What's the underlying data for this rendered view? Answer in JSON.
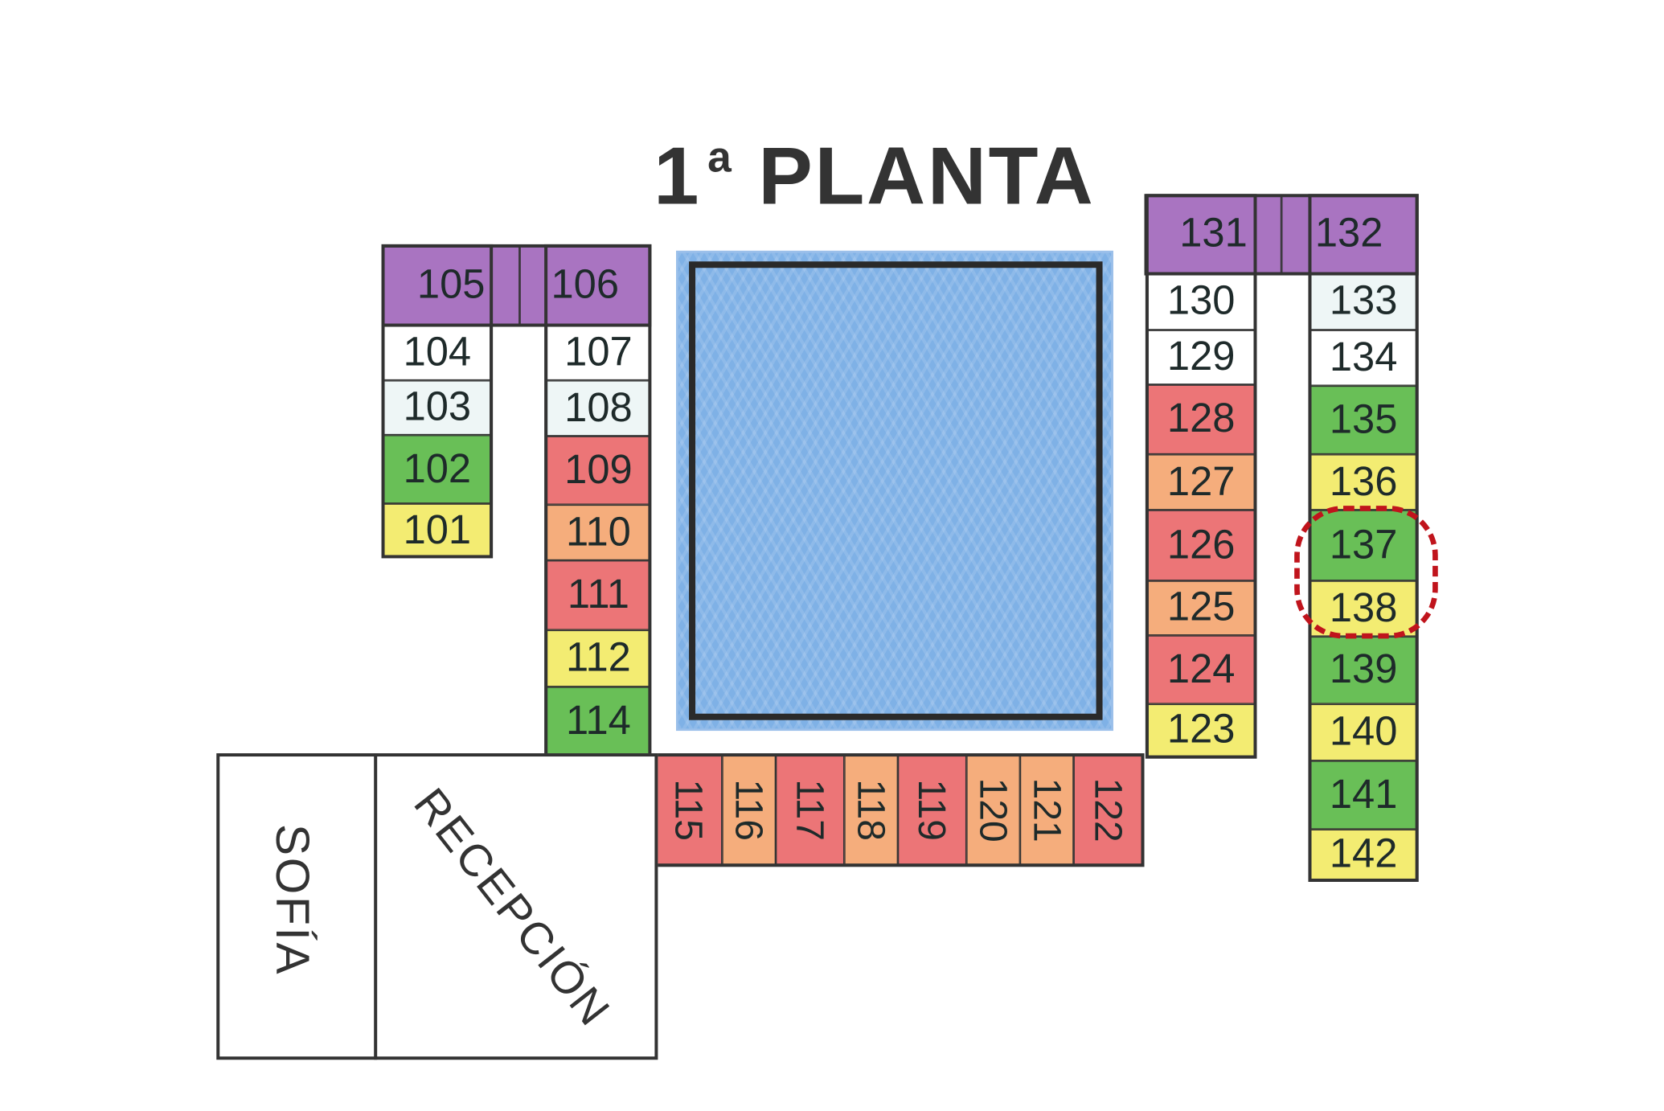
{
  "title": {
    "main": "1",
    "sup": "a",
    "rest": "PLANTA"
  },
  "colors": {
    "purple": "#a974c1",
    "white": "#ffffff",
    "light": "#eef6f6",
    "green": "#69bf57",
    "yellow": "#f3ec72",
    "red": "#ec7577",
    "orange": "#f5ad7c",
    "pool": "#7fb1e6",
    "marker": "#c0141c"
  },
  "rooms": {
    "r105": "105",
    "r106": "106",
    "r104": "104",
    "r103": "103",
    "r102": "102",
    "r101": "101",
    "r107": "107",
    "r108": "108",
    "r109": "109",
    "r110": "110",
    "r111": "111",
    "r112": "112",
    "r114": "114",
    "r115": "115",
    "r116": "116",
    "r117": "117",
    "r118": "118",
    "r119": "119",
    "r120": "120",
    "r121": "121",
    "r122": "122",
    "r131": "131",
    "r132": "132",
    "r130": "130",
    "r129": "129",
    "r128": "128",
    "r127": "127",
    "r126": "126",
    "r125": "125",
    "r124": "124",
    "r123": "123",
    "r133": "133",
    "r134": "134",
    "r135": "135",
    "r136": "136",
    "r137": "137",
    "r138": "138",
    "r139": "139",
    "r140": "140",
    "r141": "141",
    "r142": "142"
  },
  "services": {
    "sofia": "SOFÍA",
    "recepcion": "RECEPCIÓN"
  }
}
